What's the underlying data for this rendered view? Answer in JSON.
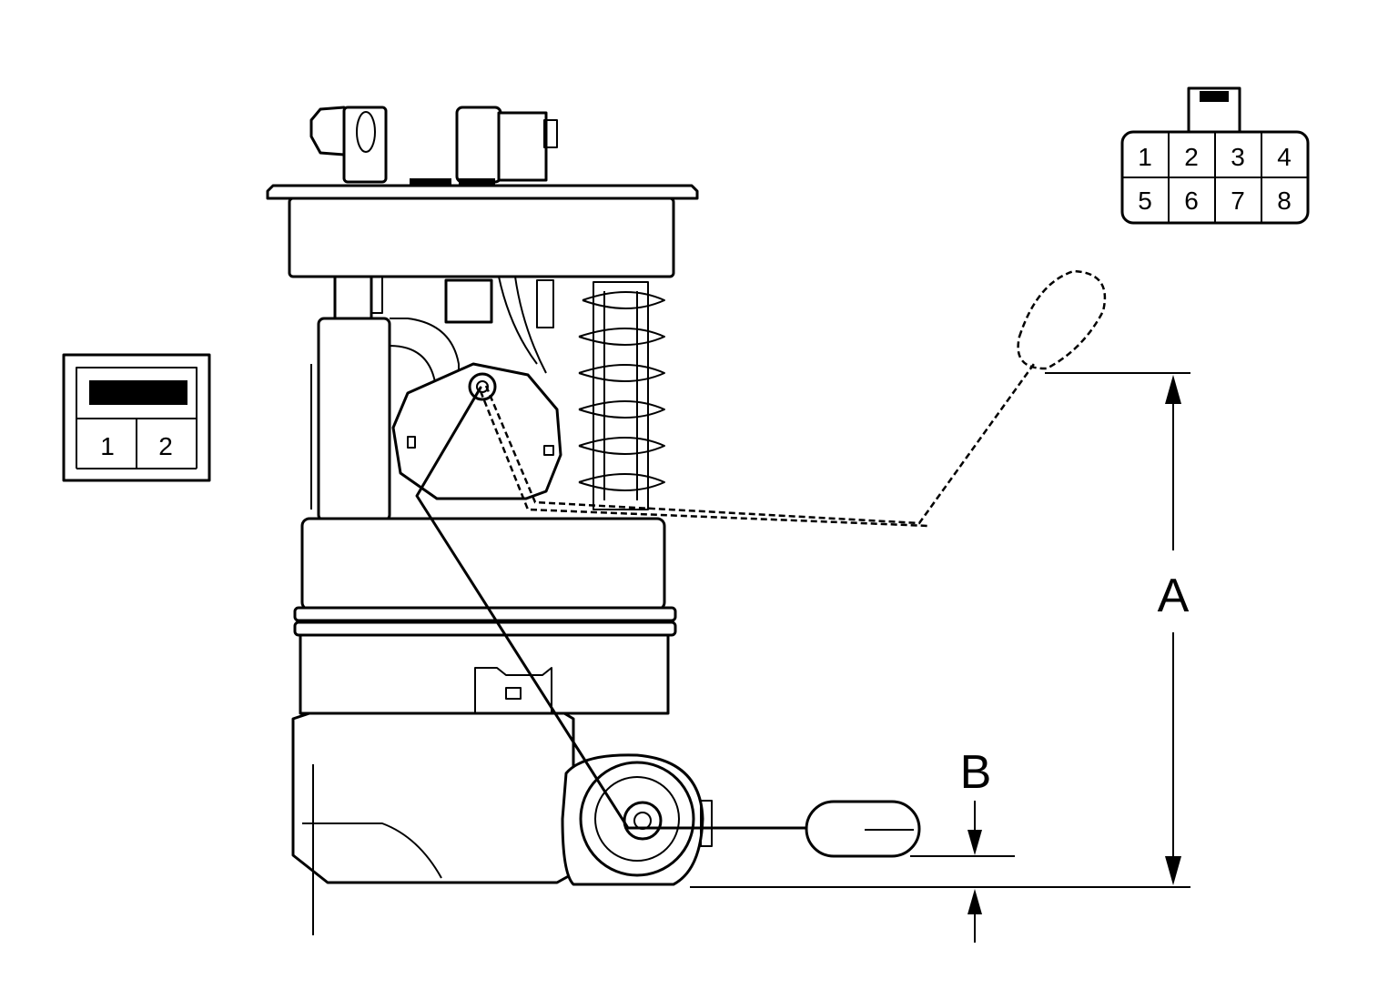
{
  "connector_2pin": {
    "pins": [
      "1",
      "2"
    ]
  },
  "connector_8pin": {
    "pins": [
      "1",
      "2",
      "3",
      "4",
      "5",
      "6",
      "7",
      "8"
    ]
  },
  "dimensions": {
    "a_label": "A",
    "b_label": "B"
  }
}
